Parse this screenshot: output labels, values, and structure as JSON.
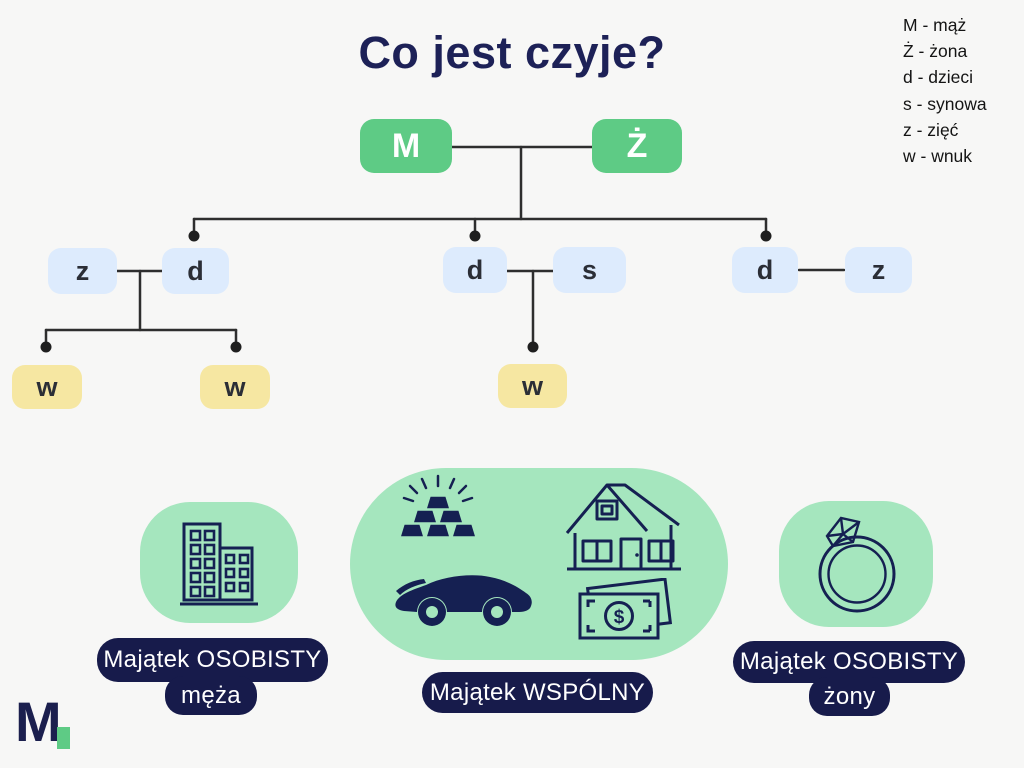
{
  "title": "Co jest czyje?",
  "legend": {
    "items": [
      "M - mąż",
      "Ż - żona",
      "d - dzieci",
      "s - synowa",
      "z - zięć",
      "w - wnuk"
    ]
  },
  "tree": {
    "husband": "M",
    "wife": "Ż",
    "nodes": {
      "z1": "z",
      "d1": "d",
      "d2": "d",
      "s1": "s",
      "d3": "d",
      "z2": "z",
      "w1": "w",
      "w2": "w",
      "w3": "w"
    }
  },
  "sections": {
    "husband_personal": {
      "label_line1": "Majątek OSOBISTY",
      "label_line2": "męża",
      "icon": "building-icon"
    },
    "common": {
      "label": "Majątek WSPÓLNY",
      "icons": [
        "gold-bars-icon",
        "car-icon",
        "house-icon",
        "money-icon"
      ],
      "currency_symbol": "$"
    },
    "wife_personal": {
      "label_line1": "Majątek OSOBISTY",
      "label_line2": "żony",
      "icon": "ring-icon"
    }
  },
  "logo": {
    "text": "M"
  },
  "colors": {
    "background": "#f7f7f6",
    "green_node": "#5ecb85",
    "mint_panel": "#a5e6be",
    "blue_node": "#ddebfd",
    "yellow_node": "#f6e7a2",
    "title_navy": "#1d2157",
    "pill_navy": "#171b4b",
    "icon_navy": "#152052",
    "line": "#2e2e2e"
  }
}
